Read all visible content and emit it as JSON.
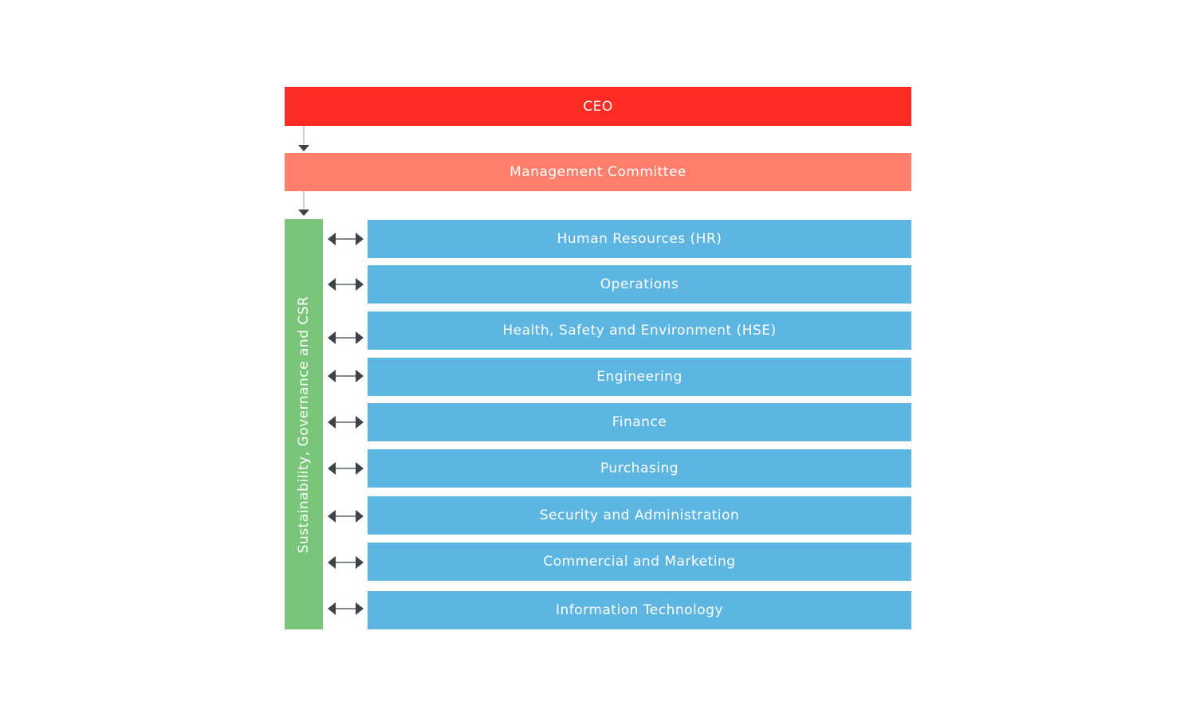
{
  "colors": {
    "ceo": "#fc2c24",
    "management": "#ff7f6c",
    "sidebar": "#79c57a",
    "department": "#5db6e2",
    "arrow": "#3e434b"
  },
  "ceo": {
    "label": "CEO"
  },
  "management": {
    "label": "Management Committee"
  },
  "sidebar": {
    "label": "Sustainability, Governance and CSR"
  },
  "departments": [
    {
      "label": "Human Resources (HR)"
    },
    {
      "label": "Operations"
    },
    {
      "label": "Health, Safety and Environment (HSE)"
    },
    {
      "label": "Engineering"
    },
    {
      "label": "Finance"
    },
    {
      "label": "Purchasing"
    },
    {
      "label": "Security and Administration"
    },
    {
      "label": "Commercial and Marketing"
    },
    {
      "label": "Information Technology"
    }
  ]
}
